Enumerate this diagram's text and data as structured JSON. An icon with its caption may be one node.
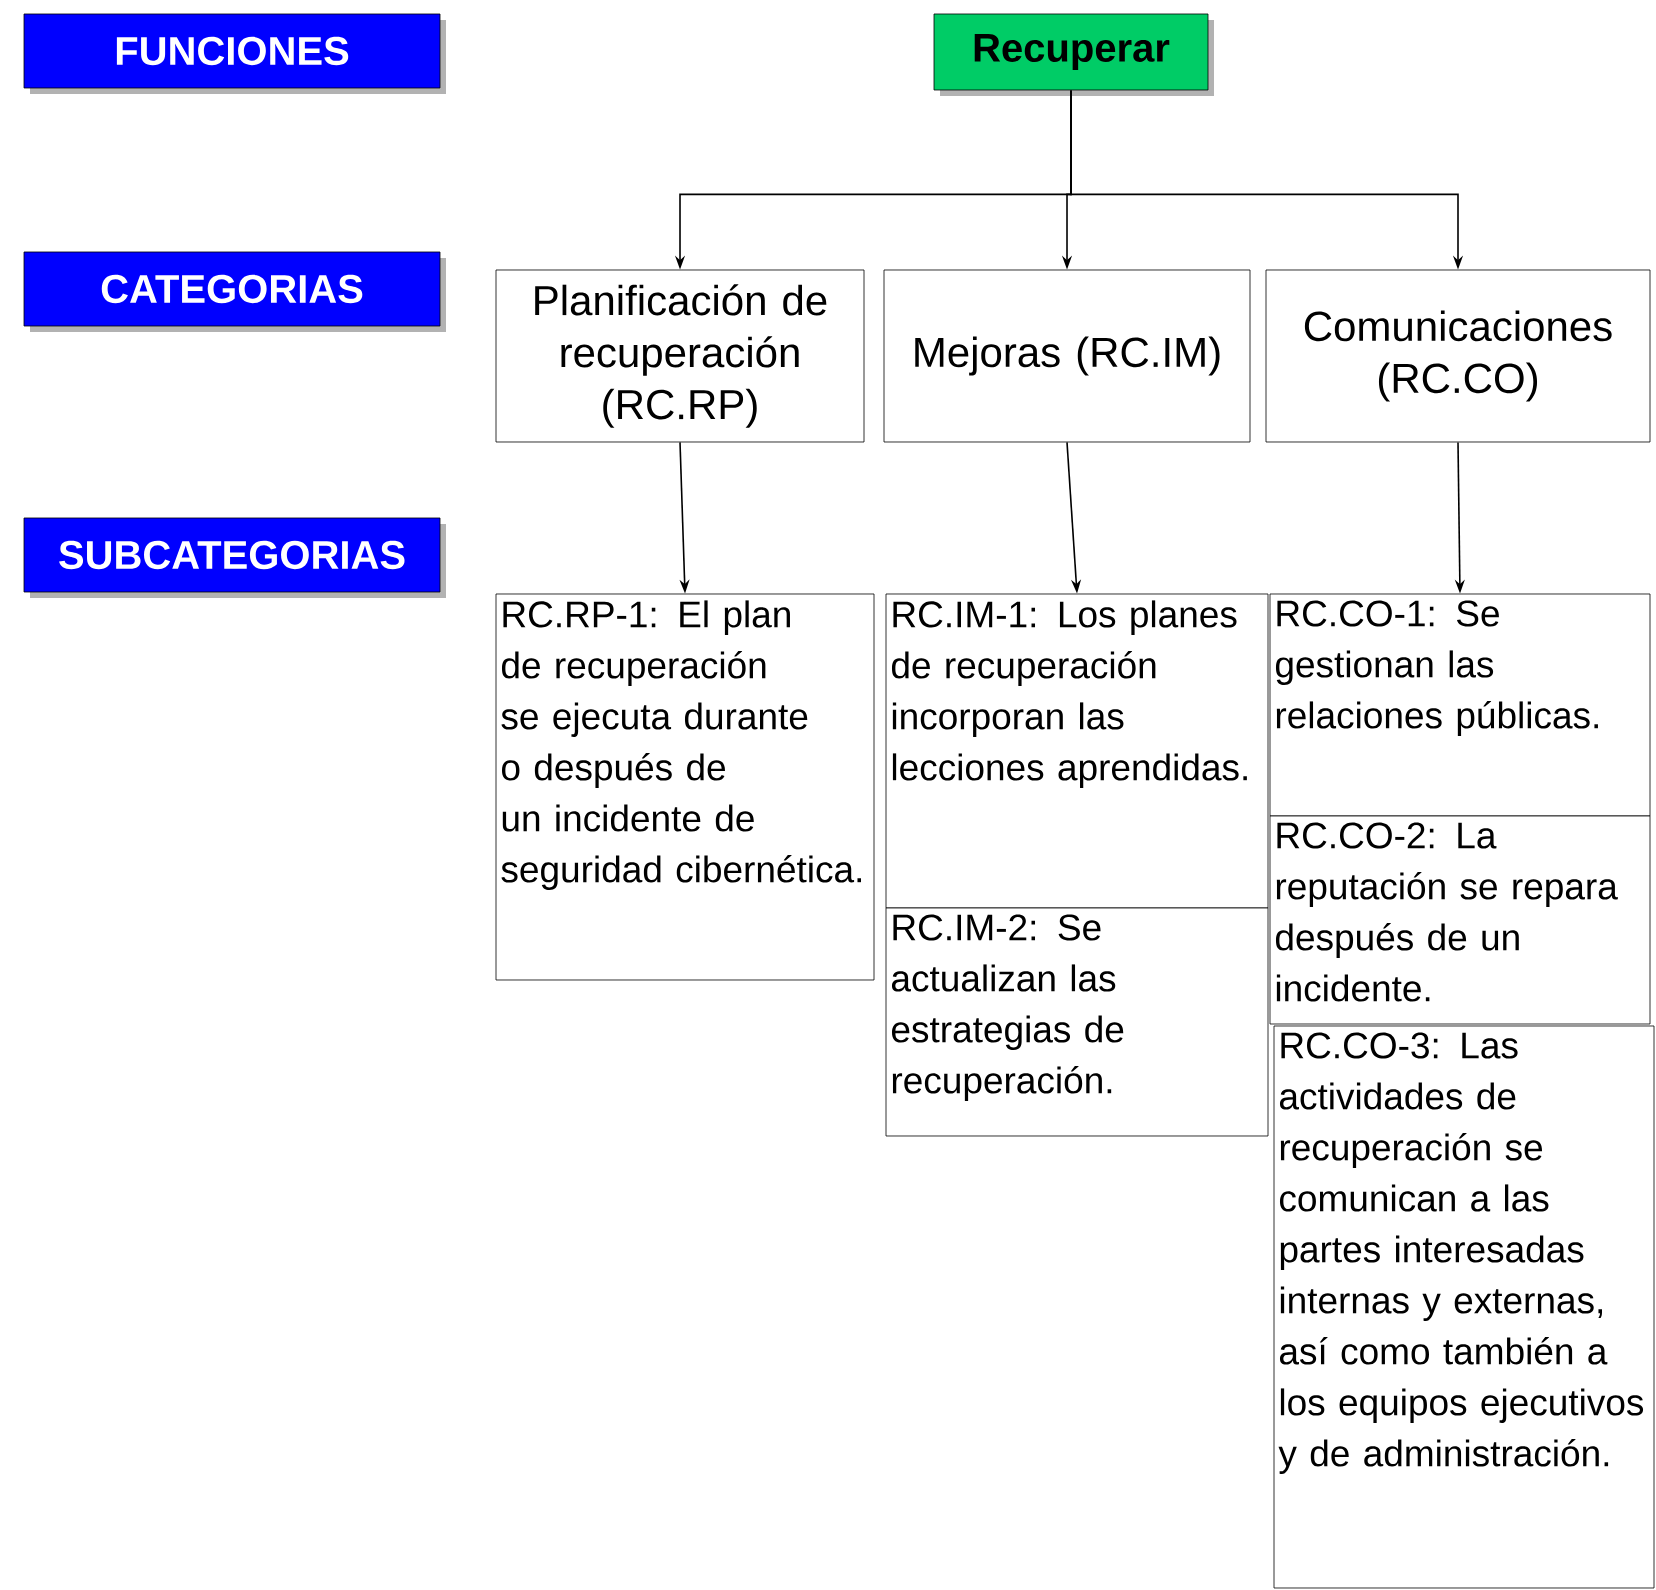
{
  "diagram": {
    "nodes": [
      {
        "text": [
          "FUNCIONES"
        ]
      },
      {
        "text": [
          "Recuperar"
        ]
      },
      {
        "text": [
          "CATEGORIAS"
        ]
      },
      {
        "text": [
          "Planificación de recuperación (RC.RP)"
        ]
      },
      {
        "text": [
          "Mejoras (RC.IM)"
        ]
      },
      {
        "text": [
          "Comunicaciones (RC.CO)"
        ]
      },
      {
        "text": [
          "SUBCATEGORIAS"
        ]
      },
      {
        "text": [
          "RC.RP-1: El plan de recuperación se ejecuta durante o después de un incidente de seguridad cibernética."
        ]
      },
      {
        "text": [
          "RC.IM-1: Los planes de recuperación incorporan las lecciones aprendidas."
        ]
      },
      {
        "text": [
          "RC.IM-2: Se actualizan las estrategias de recuperación."
        ]
      },
      {
        "text": [
          "RC.CO-1: Se gestionan las relaciones públicas."
        ]
      },
      {
        "text": [
          "RC.CO-2: La reputación se repara después de un incidente."
        ]
      },
      {
        "text": [
          "RC.CO-3: Las actividades de recuperación se comunican a las partes interesadas internas y externas, así como también a los equipos ejecutivos y de administración."
        ]
      }
    ],
    "edges": [
      {
        "from": 1,
        "to": 3,
        "arrow": "to"
      },
      {
        "from": 1,
        "to": 4,
        "arrow": "to"
      },
      {
        "from": 1,
        "to": 5,
        "arrow": "to"
      },
      {
        "from": 3,
        "to": 7,
        "arrow": "to"
      },
      {
        "from": 4,
        "to": 8,
        "arrow": "to"
      },
      {
        "from": 5,
        "to": 10,
        "arrow": "to"
      }
    ]
  }
}
